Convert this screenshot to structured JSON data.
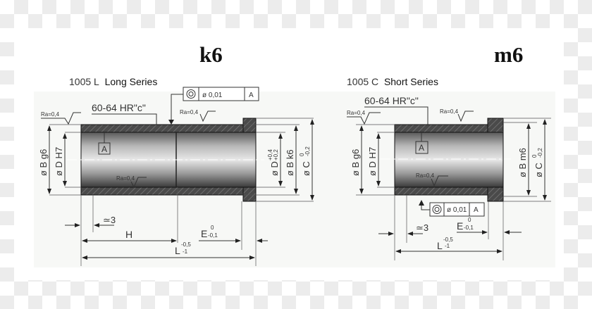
{
  "left": {
    "tolerance_title": "k6",
    "series_code": "1005 L",
    "series_name": "Long Series",
    "hardness": "60-64 HR\"c\"",
    "geo_tolerance": {
      "symbol": "concentricity-icon",
      "value": "ø 0,01",
      "datum": "A"
    },
    "datum_label": "A",
    "roughness": [
      "Ra=0,4",
      "Ra=0,4",
      "Ra=0,4"
    ],
    "dims_left": [
      "ø B g6",
      "ø D H7"
    ],
    "dims_right": [
      "ø D +0,4 / +0,2",
      "ø B k6",
      "ø C 0 / -0,2"
    ],
    "dims_bottom": {
      "chamfer": "≃3",
      "h": "H",
      "e": "E 0 / -0,1",
      "l": "L -0,5 / -1"
    }
  },
  "right": {
    "tolerance_title": "m6",
    "series_code": "1005 C",
    "series_name": "Short Series",
    "hardness": "60-64 HR\"c\"",
    "geo_tolerance": {
      "symbol": "concentricity-icon",
      "value": "ø 0,01",
      "datum": "A"
    },
    "datum_label": "A",
    "roughness": [
      "Ra=0,4",
      "Ra=0,4",
      "Ra=0,4"
    ],
    "dims_left": [
      "ø B g6",
      "ø D H7"
    ],
    "dims_right": [
      "ø B m6",
      "ø C 0 / -0,2"
    ],
    "dims_bottom": {
      "chamfer": "≃3",
      "e": "E 0 / -0,1",
      "l": "L -0,5 / -1"
    }
  },
  "text": {
    "k6": "k6",
    "m6": "m6",
    "left_code": "1005 L",
    "left_name": "Long Series",
    "right_code": "1005 C",
    "right_name": "Short Series",
    "hrc": "60-64 HR\"c\"",
    "tol_val": "ø 0,01",
    "datum": "A",
    "ra": "Ra=0,4",
    "bg6": "ø B g6",
    "dh7": "ø D H7",
    "bk6": "ø B k6",
    "bm6": "ø B m6",
    "d_tol": "ø D",
    "d_up": "+0,4",
    "d_lo": "+0,2",
    "c": "ø C",
    "c_up": "0",
    "c_lo": "-0,2",
    "h": "H",
    "e": "E",
    "e_up": "0",
    "e_lo": "-0,1",
    "l": "L",
    "l_up": "-0,5",
    "l_lo": "-1",
    "chamfer": "≃3"
  }
}
